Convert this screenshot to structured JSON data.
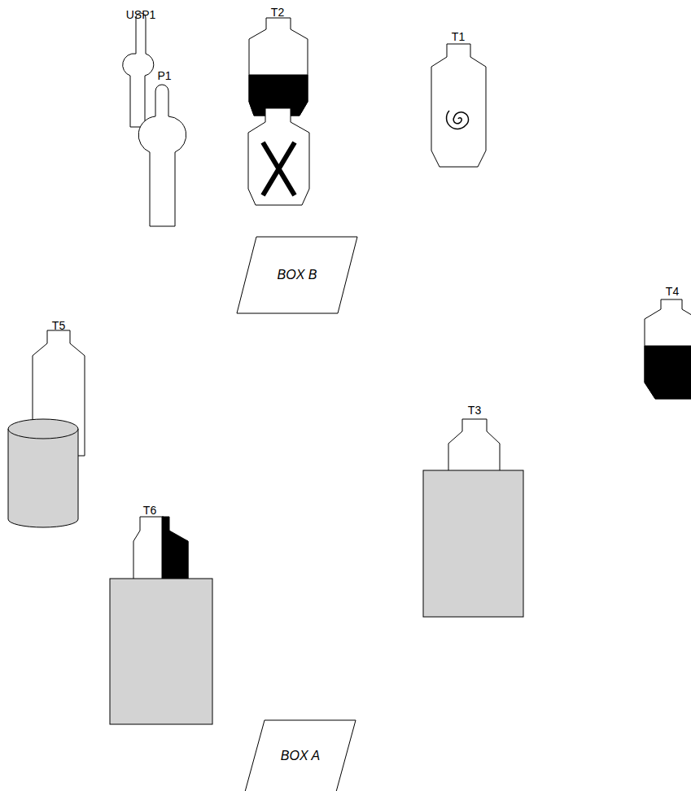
{
  "diagram": {
    "nodes": [
      {
        "text": [
          "BOX B"
        ]
      },
      {
        "text": [
          "BOX A"
        ]
      }
    ],
    "labels": [
      "USP1",
      "P1",
      "T2",
      "T1",
      "T4",
      "T5",
      "T3",
      "T6"
    ]
  }
}
